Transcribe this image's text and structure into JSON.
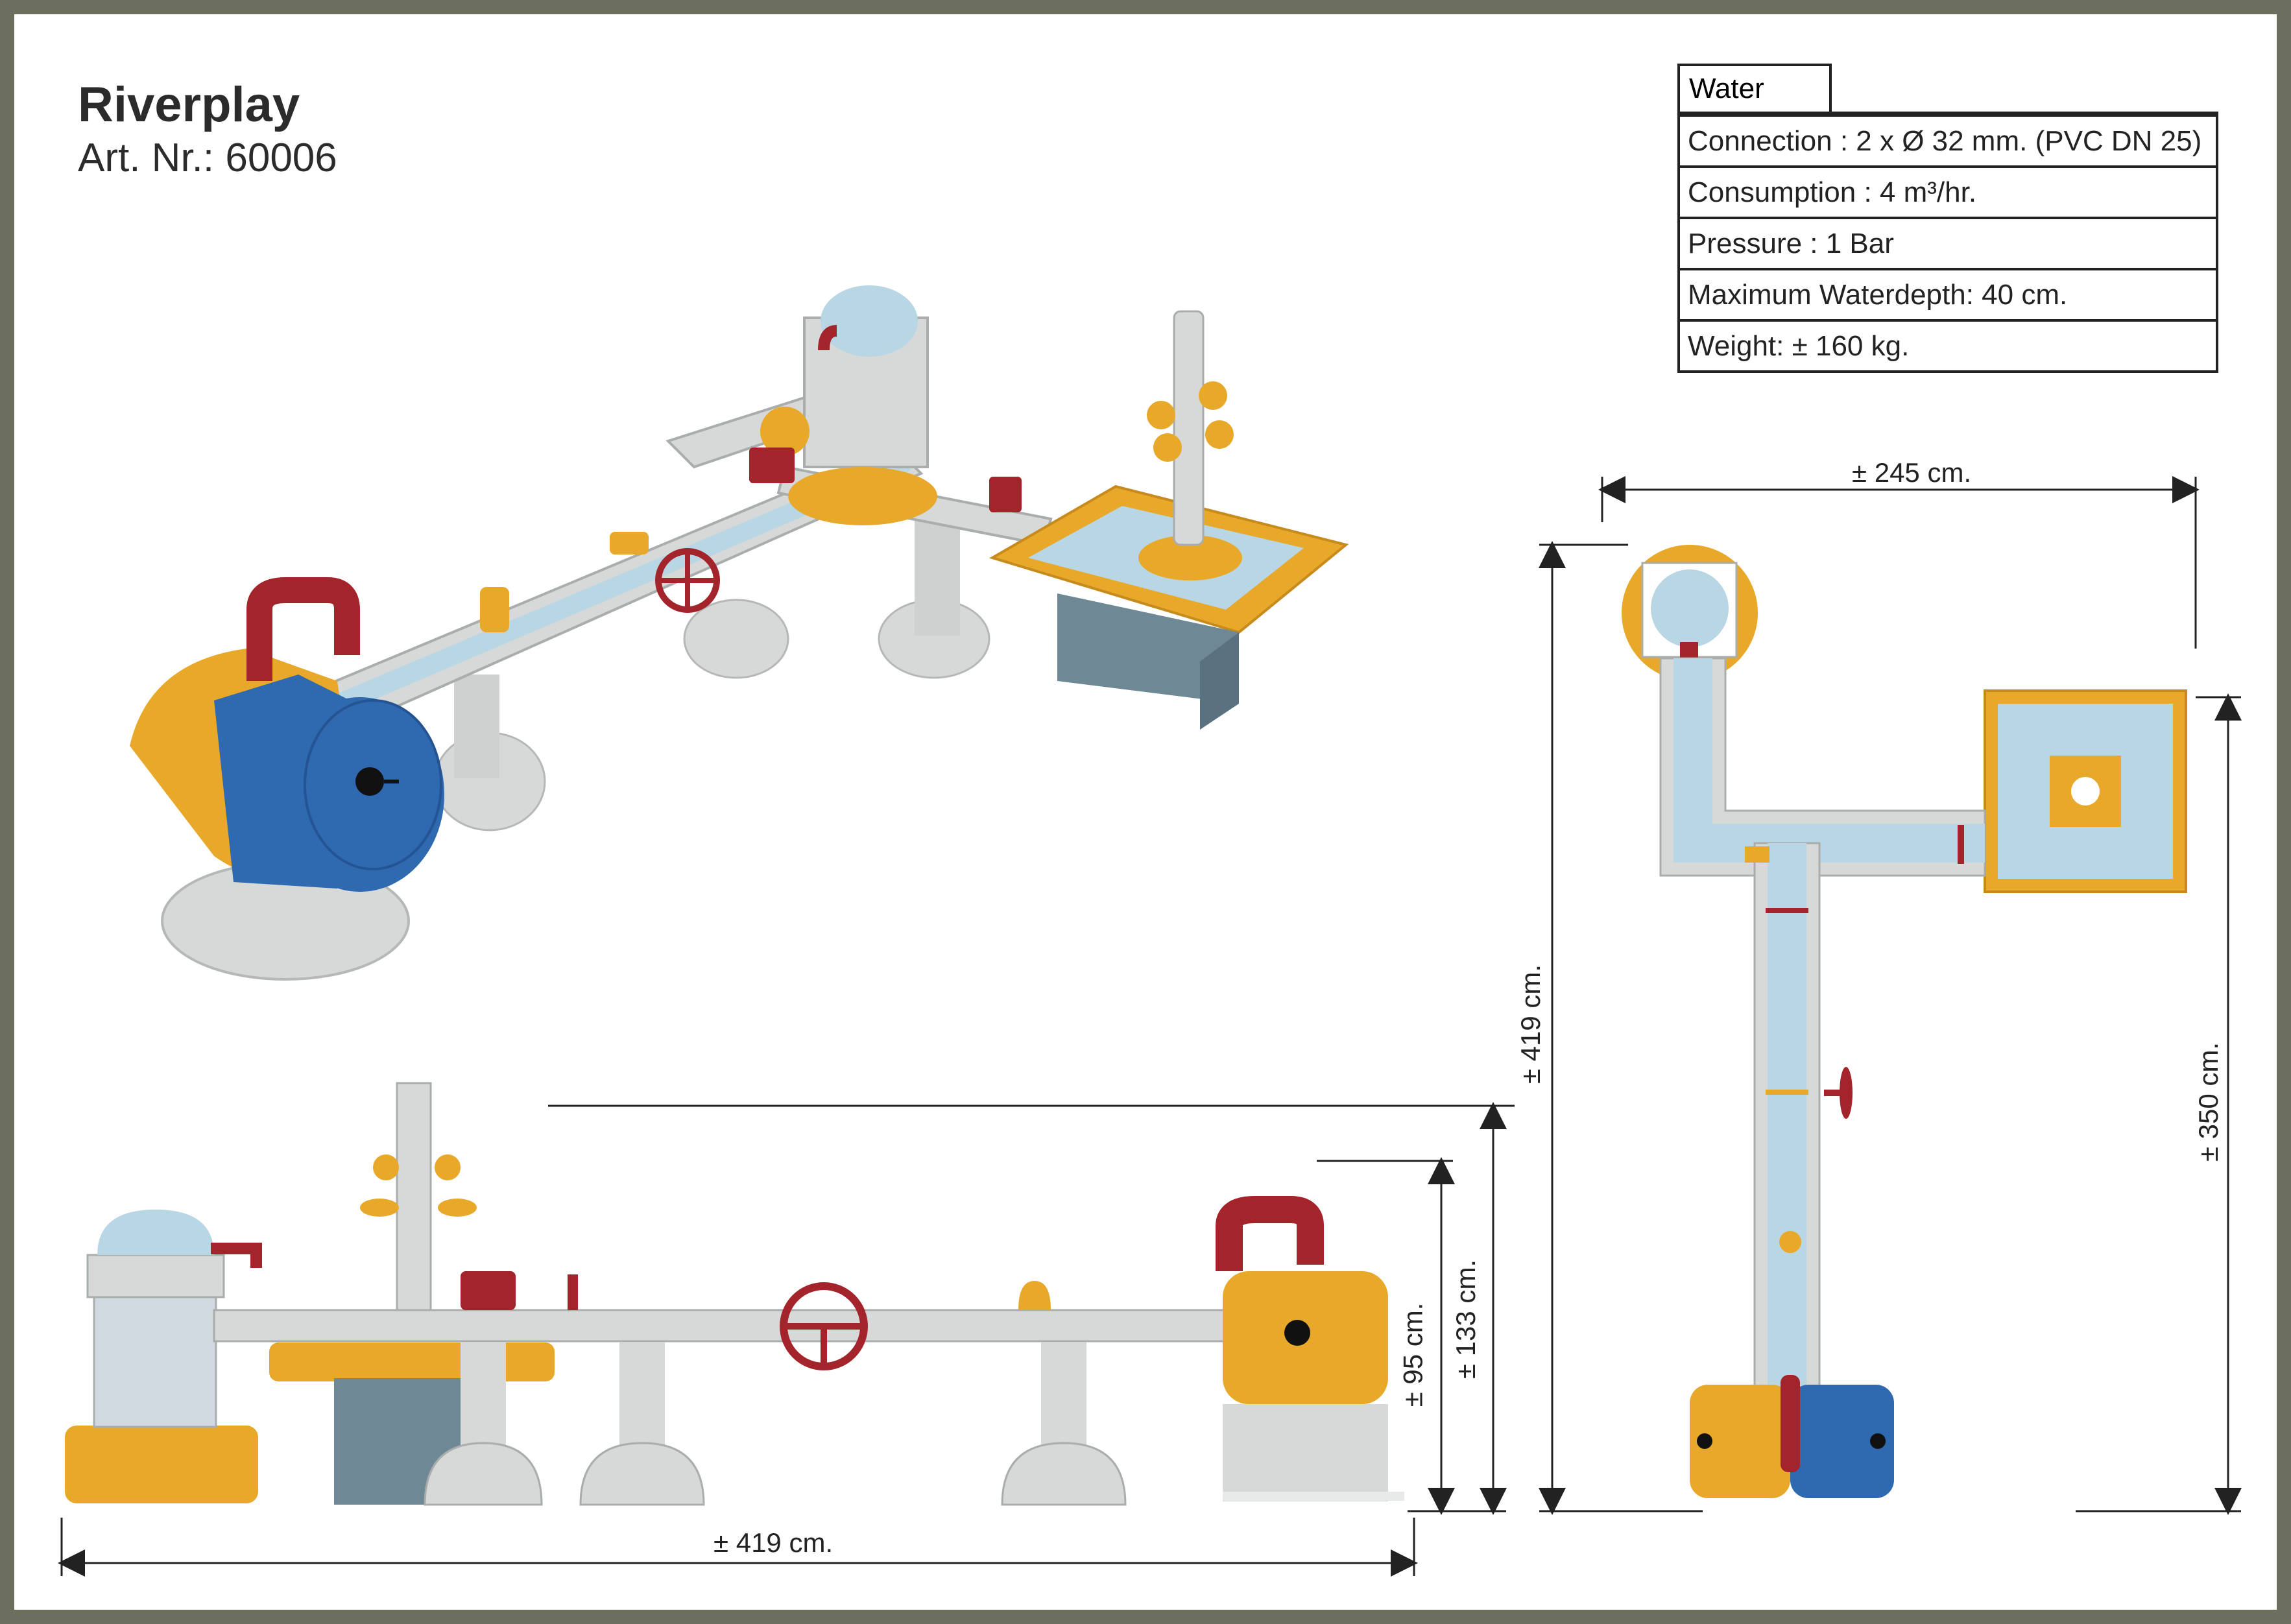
{
  "header": {
    "title": "Riverplay",
    "article": "Art. Nr.: 60006"
  },
  "spec": {
    "heading": "Water",
    "rows": [
      "Connection    :  2 x Ø 32 mm. (PVC DN 25)",
      "Consumption :  4 m³/hr.",
      "Pressure        :  1 Bar",
      "Maximum Waterdepth: 40 cm.",
      "Weight: ± 160 kg."
    ]
  },
  "dimensions": {
    "top_width": "± 245 cm.",
    "top_height_total": "± 419 cm.",
    "top_height_right": "± 350 cm.",
    "side_length": "± 419 cm.",
    "side_height_low": "± 95 cm.",
    "side_height_high": "± 133 cm."
  },
  "colors": {
    "border": "#6d6f5e",
    "yellow": "#e8a92a",
    "blue": "#2f69b0",
    "red": "#a3242b",
    "water": "#b8d6e4",
    "grey": "#d7d9d8",
    "slate": "#6f8896"
  }
}
